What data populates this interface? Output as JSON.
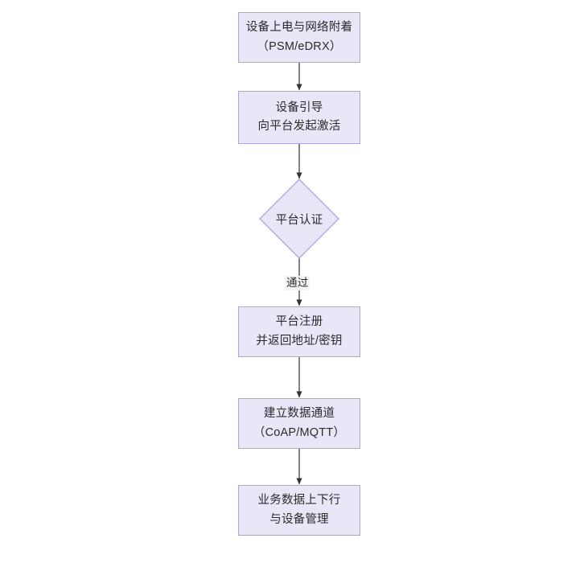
{
  "diagram": {
    "type": "flowchart",
    "orientation": "top-to-bottom",
    "background_color": "#ffffff",
    "node_fill_color": "#e9e6f8",
    "node_border_color": "#b3a2e0",
    "edge_color": "#333333",
    "text_color": "#2b2b2b",
    "nodes": [
      {
        "id": "n1",
        "shape": "rectangle",
        "line1": "设备上电与网络附着",
        "line2": "（PSM/eDRX）"
      },
      {
        "id": "n2",
        "shape": "rectangle",
        "line1": "设备引导",
        "line2": "向平台发起激活"
      },
      {
        "id": "n3",
        "shape": "diamond",
        "line1": "平台认证",
        "line2": ""
      },
      {
        "id": "n4",
        "shape": "rectangle",
        "line1": "平台注册",
        "line2": "并返回地址/密钥"
      },
      {
        "id": "n5",
        "shape": "rectangle",
        "line1": "建立数据通道",
        "line2": "（CoAP/MQTT）"
      },
      {
        "id": "n6",
        "shape": "rectangle",
        "line1": "业务数据上下行",
        "line2": "与设备管理"
      }
    ],
    "edges": [
      {
        "from": "n1",
        "to": "n2",
        "label": ""
      },
      {
        "from": "n2",
        "to": "n3",
        "label": ""
      },
      {
        "from": "n3",
        "to": "n4",
        "label": "通过"
      },
      {
        "from": "n4",
        "to": "n5",
        "label": ""
      },
      {
        "from": "n5",
        "to": "n6",
        "label": ""
      }
    ]
  }
}
